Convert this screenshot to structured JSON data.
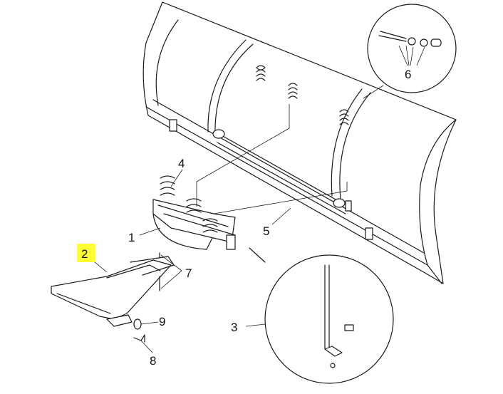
{
  "diagram": {
    "highlight_color": "#ffff33",
    "highlighted_part": "2",
    "callouts": [
      {
        "id": "1",
        "label": "1"
      },
      {
        "id": "2",
        "label": "2"
      },
      {
        "id": "3",
        "label": "3"
      },
      {
        "id": "4",
        "label": "4"
      },
      {
        "id": "5",
        "label": "5"
      },
      {
        "id": "6",
        "label": "6"
      },
      {
        "id": "7",
        "label": "7"
      },
      {
        "id": "8",
        "label": "8"
      },
      {
        "id": "9",
        "label": "9"
      }
    ]
  }
}
